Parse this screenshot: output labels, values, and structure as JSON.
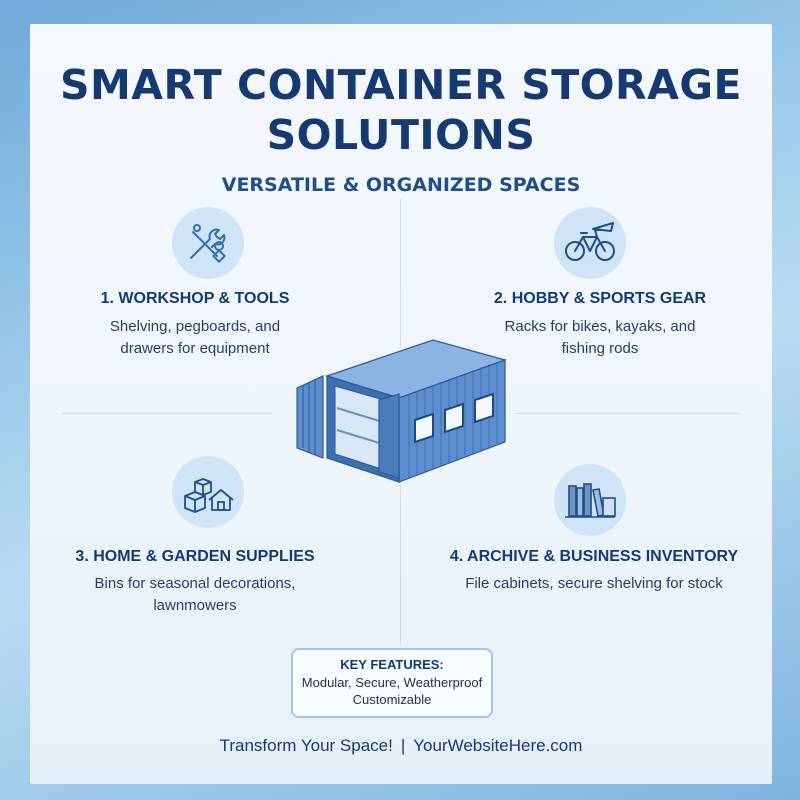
{
  "header": {
    "title_line1": "SMART CONTAINER STORAGE",
    "title_line2": "SOLUTIONS",
    "subtitle": "VERSATILE & ORGANIZED SPACES"
  },
  "sections": [
    {
      "title": "1. WORKSHOP & TOOLS",
      "desc_line1": "Shelving, pegboards, and",
      "desc_line2": "drawers for equipment",
      "icon": "tools-icon"
    },
    {
      "title": "2. HOBBY & SPORTS GEAR",
      "desc_line1": "Racks for bikes, kayaks, and",
      "desc_line2": "fishing rods",
      "icon": "bicycle-icon"
    },
    {
      "title": "3. HOME & GARDEN SUPPLIES",
      "desc_line1": "Bins for seasonal decorations,",
      "desc_line2": "lawnmowers",
      "icon": "boxes-house-icon"
    },
    {
      "title": "4. ARCHIVE & BUSINESS INVENTORY",
      "desc_line1": "File cabinets, secure shelving for stock",
      "desc_line2": "",
      "icon": "books-icon"
    }
  ],
  "features": {
    "title": "KEY FEATURES:",
    "line1": "Modular, Secure, Weatherproof",
    "line2": "Customizable"
  },
  "footer": {
    "cta": "Transform Your Space!",
    "separator": "|",
    "website": "YourWebsiteHere.com"
  },
  "colors": {
    "primary": "#143a70",
    "accent": "#4a7fc1",
    "icon_bg": "#cfe4f7"
  }
}
